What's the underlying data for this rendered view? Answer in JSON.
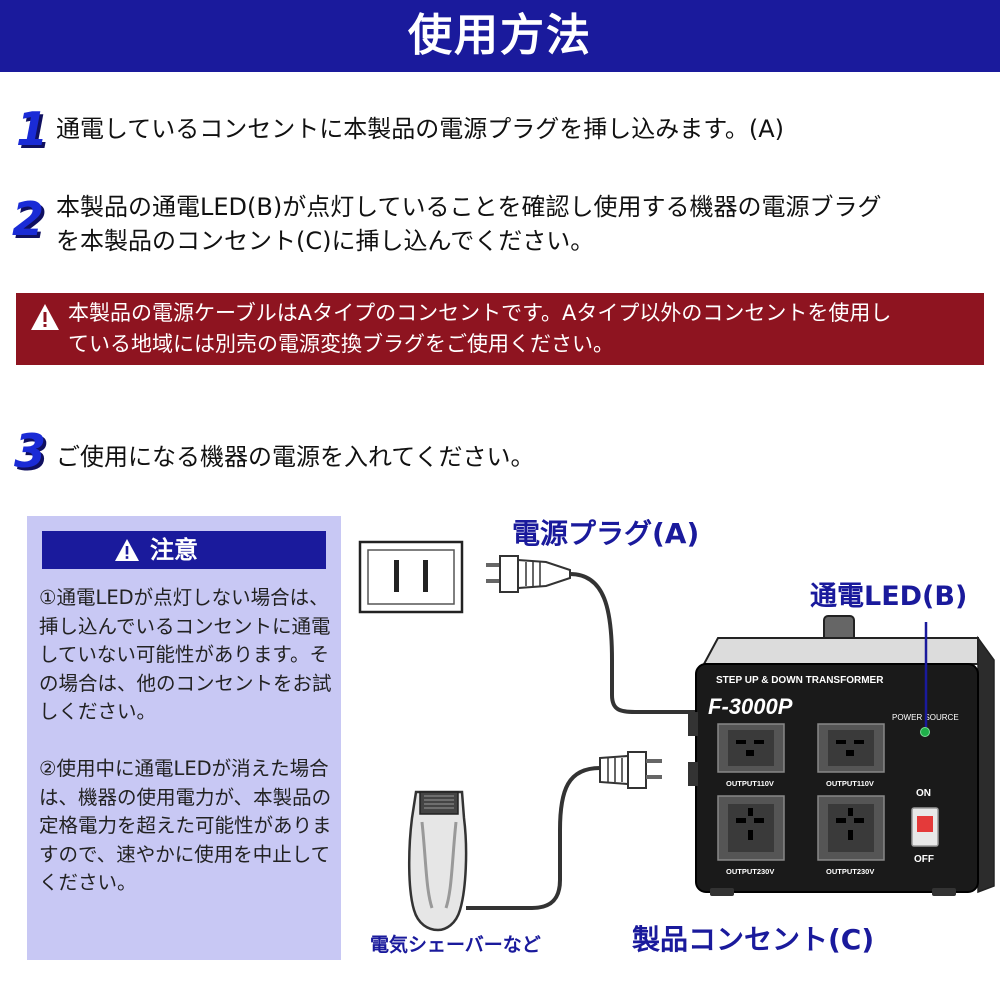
{
  "header": {
    "title": "使用方法"
  },
  "steps": [
    {
      "number": "1",
      "lines": [
        "通電しているコンセントに本製品の電源プラグを挿し込みます。(A)"
      ]
    },
    {
      "number": "2",
      "lines": [
        "本製品の通電LED(B)が点灯していることを確認し使用する機器の電源ブラグ",
        "を本製品のコンセント(C)に挿し込んでください。"
      ]
    },
    {
      "number": "3",
      "lines": [
        "ご使用になる機器の電源を入れてください。"
      ]
    }
  ],
  "warning": {
    "lines": [
      "本製品の電源ケーブルはAタイプのコンセントです。Aタイプ以外のコンセントを使用し",
      "ている地域には別売の電源変換ブラグをご使用ください。"
    ]
  },
  "note": {
    "title": "注意",
    "paragraphs": [
      "①通電LEDが点灯しない場合は、挿し込んでいるコンセントに通電していない可能性があります。その場合は、他のコンセントをお試しください。",
      "②使用中に通電LEDが消えた場合は、機器の使用電力が、本製品の定格電力を超えた可能性がありますので、速やかに使用を中止してください。"
    ]
  },
  "labels": {
    "plug": "電源プラグ(A)",
    "led": "通電LED(B)",
    "outlet": "製品コンセント(C)",
    "shaver": "電気シェーバーなど"
  },
  "device": {
    "top_label": "STEP UP & DOWN  TRANSFORMER",
    "model": "F-3000P",
    "power_source": "POWER SOURCE",
    "output_110_left": "OUTPUT110V",
    "output_110_right": "OUTPUT110V",
    "output_230_left": "OUTPUT230V",
    "output_230_right": "OUTPUT230V",
    "switch_on": "ON",
    "switch_off": "OFF"
  },
  "colors": {
    "header_blue": "#1a1a9c",
    "warning_red": "#8e1420",
    "note_bg": "#c8c8f4",
    "led_green": "#1fb04a"
  },
  "icons": {
    "warning": "warning-triangle-icon",
    "note": "warning-triangle-icon"
  }
}
